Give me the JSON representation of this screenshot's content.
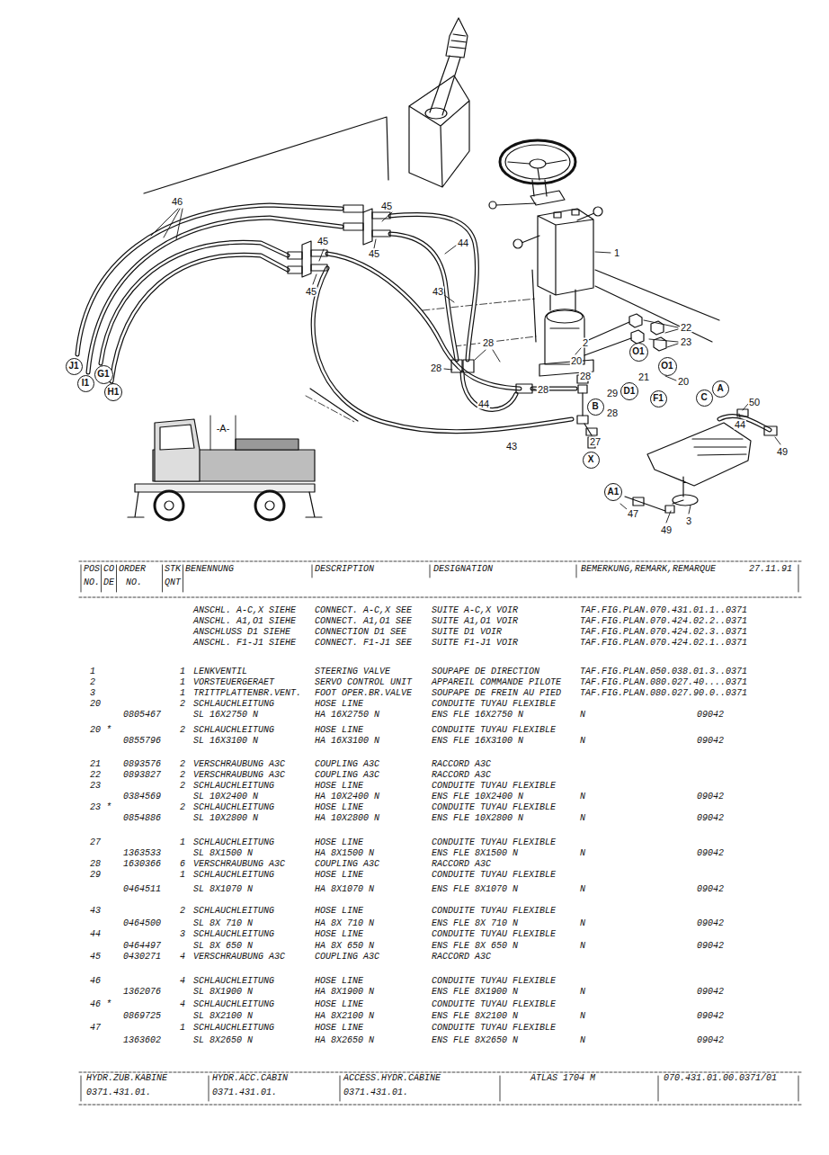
{
  "diagram": {
    "nodes": [
      {
        "text": [
          "J1"
        ]
      },
      {
        "text": [
          "I1"
        ]
      },
      {
        "text": [
          "G1"
        ]
      },
      {
        "text": [
          "H1"
        ]
      },
      {
        "text": [
          "O1"
        ]
      },
      {
        "text": [
          "O1"
        ]
      },
      {
        "text": [
          "D1"
        ]
      },
      {
        "text": [
          "F1"
        ]
      },
      {
        "text": [
          "B"
        ]
      },
      {
        "text": [
          "C"
        ]
      },
      {
        "text": [
          "A"
        ]
      },
      {
        "text": [
          "X"
        ]
      },
      {
        "text": [
          "A1"
        ]
      }
    ],
    "labels": [
      "46",
      "45",
      "45",
      "45",
      "45",
      "44",
      "43",
      "28",
      "28",
      "28",
      "28",
      "28",
      "22",
      "23",
      "20",
      "20",
      "21",
      "2",
      "1",
      "29",
      "27",
      "44",
      "43",
      "44",
      "49",
      "50",
      "47",
      "49",
      "3",
      "-A-",
      "POS",
      "CO",
      "ORDER",
      "STK",
      "BENENNUNG",
      "DESCRIPTION",
      "DESIGNATION",
      "BEMERKUNG,REMARK,REMARQUE",
      "27.11.91",
      "NO.",
      "DE",
      "NO.",
      "QNT",
      "ANSCHL. A-C,X SIEHE",
      "CONNECT. A-C,X SEE",
      "SUITE A-C,X VOIR",
      "TAF.FIG.PLAN.070.431.01.1..0371",
      "ANSCHL. A1,O1 SIEHE",
      "CONNECT. A1,O1 SEE",
      "SUITE A1,O1 VOIR",
      "TAF.FIG.PLAN.070.424.02.2..0371",
      "ANSCHLUSS D1 SIEHE",
      "CONNECTION D1 SEE",
      "SUITE D1 VOIR",
      "TAF.FIG.PLAN.070.424.02.3..0371",
      "ANSCHL. F1-J1 SIEHE",
      "CONNECT. F1-J1 SEE",
      "SUITE F1-J1 VOIR",
      "TAF.FIG.PLAN.070.424.02.1..0371",
      "1",
      "1",
      "LENKVENTIL",
      "STEERING VALVE",
      "SOUPAPE DE DIRECTION",
      "TAF.FIG.PLAN.050.038.01.3..0371",
      "2",
      "1",
      "VORSTEUERGERAET",
      "SERVO CONTROL UNIT",
      "APPAREIL COMMANDE PILOTE",
      "TAF.FIG.PLAN.080.027.40....0371",
      "3",
      "1",
      "TRITTPLATTENBR.VENT.",
      "FOOT OPER.BR.VALVE",
      "SOUPAPE DE FREIN AU PIED",
      "TAF.FIG.PLAN.080.027.90.0..0371",
      "20",
      "2",
      "SCHLAUCHLEITUNG",
      "HOSE LINE",
      "CONDUITE TUYAU FLEXIBLE",
      "0805467",
      "SL 16X2750 N",
      "HA 16X2750 N",
      "ENS FLE 16X2750 N",
      "N",
      "09042",
      "20 *",
      "2",
      "SCHLAUCHLEITUNG",
      "HOSE LINE",
      "CONDUITE TUYAU FLEXIBLE",
      "0855796",
      "SL 16X3100 N",
      "HA 16X3100 N",
      "ENS FLE 16X3100 N",
      "N",
      "09042",
      "21",
      "0893576",
      "2",
      "VERSCHRAUBUNG A3C",
      "COUPLING A3C",
      "RACCORD A3C",
      "22",
      "0893827",
      "2",
      "VERSCHRAUBUNG A3C",
      "COUPLING A3C",
      "RACCORD A3C",
      "23",
      "2",
      "SCHLAUCHLEITUNG",
      "HOSE LINE",
      "CONDUITE TUYAU FLEXIBLE",
      "0384569",
      "SL 10X2400 N",
      "HA 10X2400 N",
      "ENS FLE 10X2400 N",
      "N",
      "09042",
      "23 *",
      "2",
      "SCHLAUCHLEITUNG",
      "HOSE LINE",
      "CONDUITE TUYAU FLEXIBLE",
      "0854886",
      "SL 10X2800 N",
      "HA 10X2800 N",
      "ENS FLE 10X2800 N",
      "N",
      "09042",
      "27",
      "1",
      "SCHLAUCHLEITUNG",
      "HOSE LINE",
      "CONDUITE TUYAU FLEXIBLE",
      "1363533",
      "SL 8X1500 N",
      "HA 8X1500 N",
      "ENS FLE 8X1500 N",
      "N",
      "09042",
      "28",
      "1630366",
      "6",
      "VERSCHRAUBUNG A3C",
      "COUPLING A3C",
      "RACCORD A3C",
      "29",
      "1",
      "SCHLAUCHLEITUNG",
      "HOSE LINE",
      "CONDUITE TUYAU FLEXIBLE",
      "0464511",
      "SL 8X1070 N",
      "HA 8X1070 N",
      "ENS FLE 8X1070 N",
      "N",
      "09042",
      "43",
      "2",
      "SCHLAUCHLEITUNG",
      "HOSE LINE",
      "CONDUITE TUYAU FLEXIBLE",
      "0464500",
      "SL 8X 710 N",
      "HA 8X 710 N",
      "ENS FLE 8X 710 N",
      "N",
      "09042",
      "44",
      "3",
      "SCHLAUCHLEITUNG",
      "HOSE LINE",
      "CONDUITE TUYAU FLEXIBLE",
      "0464497",
      "SL 8X 650 N",
      "HA 8X 650 N",
      "ENS FLE 8X 650 N",
      "N",
      "09042",
      "45",
      "0430271",
      "4",
      "VERSCHRAUBUNG A3C",
      "COUPLING A3C",
      "RACCORD A3C",
      "46",
      "4",
      "SCHLAUCHLEITUNG",
      "HOSE LINE",
      "CONDUITE TUYAU FLEXIBLE",
      "1362076",
      "SL 8X1900 N",
      "HA 8X1900 N",
      "ENS FLE 8X1900 N",
      "N",
      "09042",
      "46 *",
      "4",
      "SCHLAUCHLEITUNG",
      "HOSE LINE",
      "CONDUITE TUYAU FLEXIBLE",
      "0869725",
      "SL 8X2100 N",
      "HA 8X2100 N",
      "ENS FLE 8X2100 N",
      "N",
      "09042",
      "47",
      "1",
      "SCHLAUCHLEITUNG",
      "HOSE LINE",
      "CONDUITE TUYAU FLEXIBLE",
      "1363602",
      "SL 8X2650 N",
      "HA 8X2650 N",
      "ENS FLE 8X2650 N",
      "N",
      "09042",
      "HYDR.ZUB.KABINE",
      "HYDR.ACC.CABIN",
      "ACCESS.HYDR.CABINE",
      "ATLAS 1704 M",
      "070.431.01.00.0371/01",
      "0371.431.01.",
      "0371.431.01.",
      "0371.431.01."
    ]
  }
}
